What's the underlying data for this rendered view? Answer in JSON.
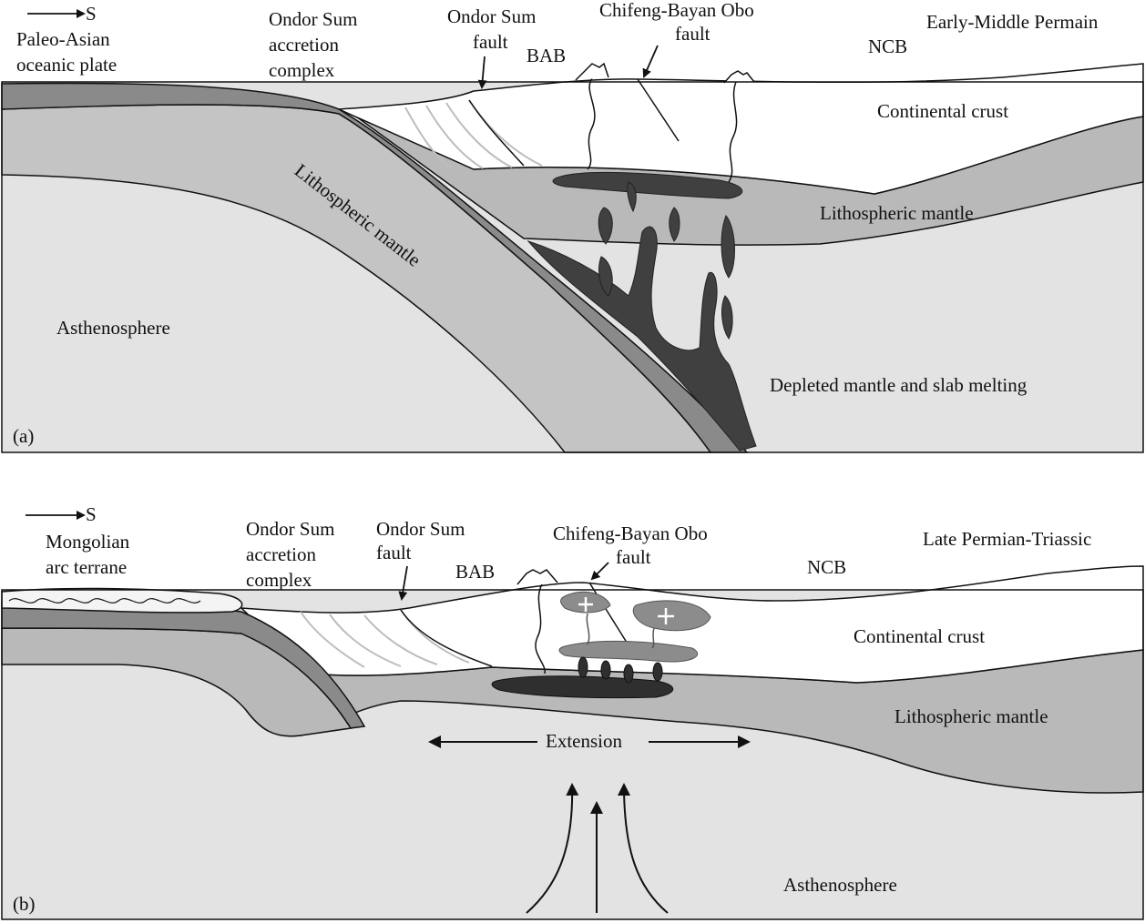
{
  "colors": {
    "asthenosphere": "#e3e3e3",
    "lithospheric_mantle": "#b9b9b9",
    "slab_lower": "#c4c4c4",
    "slab_upper": "#8a8a8a",
    "crust": "#ffffff",
    "melt": "#404040",
    "granite": "#8c8c8c",
    "outline": "#111111",
    "accretion_lines": "#bdbdbd"
  },
  "panel_a": {
    "panel_label": "(a)",
    "direction": "S",
    "plate_label_line1": "Paleo-Asian",
    "plate_label_line2": "oceanic plate",
    "accretion_line1": "Ondor Sum",
    "accretion_line2": "accretion",
    "accretion_line3": "complex",
    "fault1_line1": "Ondor Sum",
    "fault1_line2": "fault",
    "fault2_line1": "Chifeng-Bayan Obo",
    "fault2_line2": "fault",
    "bab": "BAB",
    "ncb": "NCB",
    "age": "Early-Middle Permain",
    "crust": "Continental crust",
    "lith_mantle_right": "Lithospheric mantle",
    "lith_mantle_slab": "Lithospheric mantle",
    "asthenosphere": "Asthenosphere",
    "depleted": "Depleted mantle and slab melting"
  },
  "panel_b": {
    "panel_label": "(b)",
    "direction": "S",
    "terrane_line1": "Mongolian",
    "terrane_line2": "arc terrane",
    "accretion_line1": "Ondor Sum",
    "accretion_line2": "accretion",
    "accretion_line3": "complex",
    "fault1_line1": "Ondor Sum",
    "fault1_line2": "fault",
    "fault2_line1": "Chifeng-Bayan Obo",
    "fault2_line2": "fault",
    "bab": "BAB",
    "ncb": "NCB",
    "age": "Late Permian-Triassic",
    "crust": "Continental crust",
    "lith_mantle": "Lithospheric mantle",
    "extension": "Extension",
    "asthenosphere": "Asthenosphere"
  }
}
